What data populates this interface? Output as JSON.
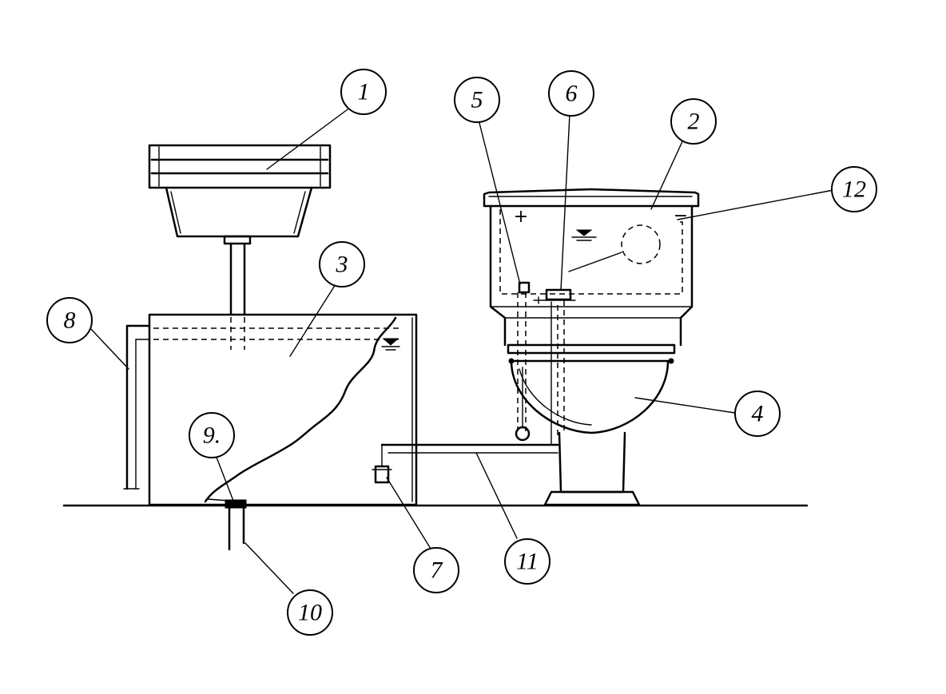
{
  "callouts": {
    "c1": "1",
    "c2": "2",
    "c3": "3",
    "c4": "4",
    "c5": "5",
    "c6": "6",
    "c7": "7",
    "c8": "8",
    "c9": "9.",
    "c10": "10",
    "c11": "11",
    "c12": "12"
  },
  "tank_symbols": {
    "plus": "+",
    "minus": "−"
  }
}
